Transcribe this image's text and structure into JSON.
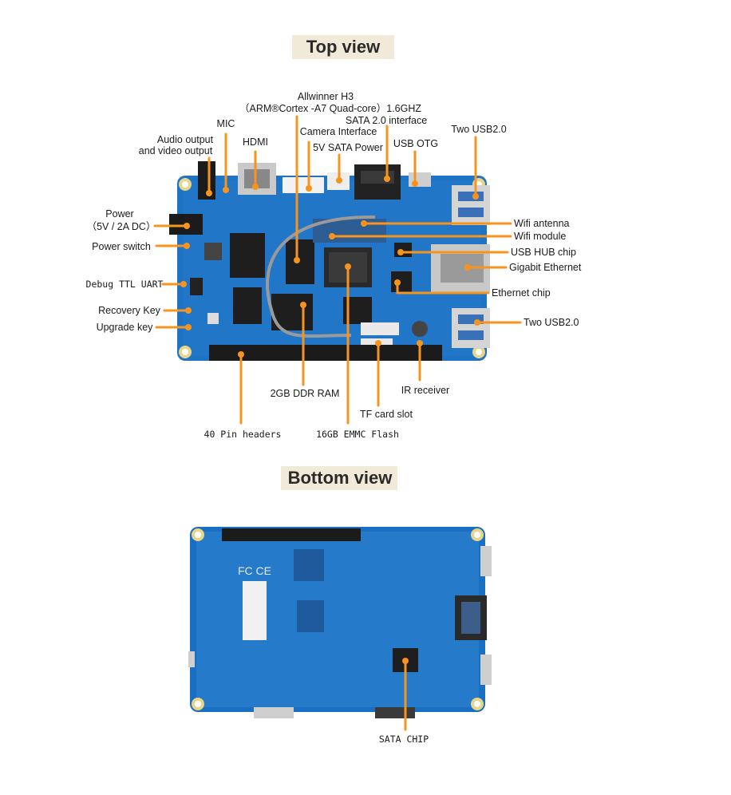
{
  "top_view": {
    "title": "Top view",
    "labels": {
      "allwinner_line1": "Allwinner H3",
      "allwinner_line2": "（ARM®Cortex  -A7 Quad-core）1.6GHZ",
      "sata_interface": "SATA 2.0 interface",
      "camera_interface": "Camera Interface",
      "mic": "MIC",
      "hdmi": "HDMI",
      "sata_power": "5V SATA Power",
      "usb_otg": "USB OTG",
      "two_usb_top": "Two USB2.0",
      "audio_line1": "Audio output",
      "audio_line2": "and video output",
      "power_line1": "Power",
      "power_line2": "（5V / 2A DC）",
      "power_switch": "Power switch",
      "debug_uart": "Debug TTL UART",
      "recovery_key": "Recovery Key",
      "upgrade_key": "Upgrade key",
      "wifi_antenna": "Wifi antenna",
      "wifi_module": "Wifi module",
      "usb_hub_chip": "USB HUB chip",
      "gigabit_ethernet": "Gigabit Ethernet",
      "ethernet_chip": "Ethernet chip",
      "two_usb_right": "Two USB2.0",
      "ir_receiver": "IR receiver",
      "ddr_ram": "2GB DDR RAM",
      "tf_card": "TF card slot",
      "pin_headers": "40 Pin headers",
      "emmc_flash": "16GB EMMC Flash"
    }
  },
  "bottom_view": {
    "title": "Bottom view",
    "labels": {
      "sata_chip": "SATA CHIP"
    }
  },
  "colors": {
    "accent_orange": "#f7941d",
    "title_bg": "#f2ead9",
    "board_blue": "#1f73c4",
    "board_dark": "#1a5ea8"
  }
}
